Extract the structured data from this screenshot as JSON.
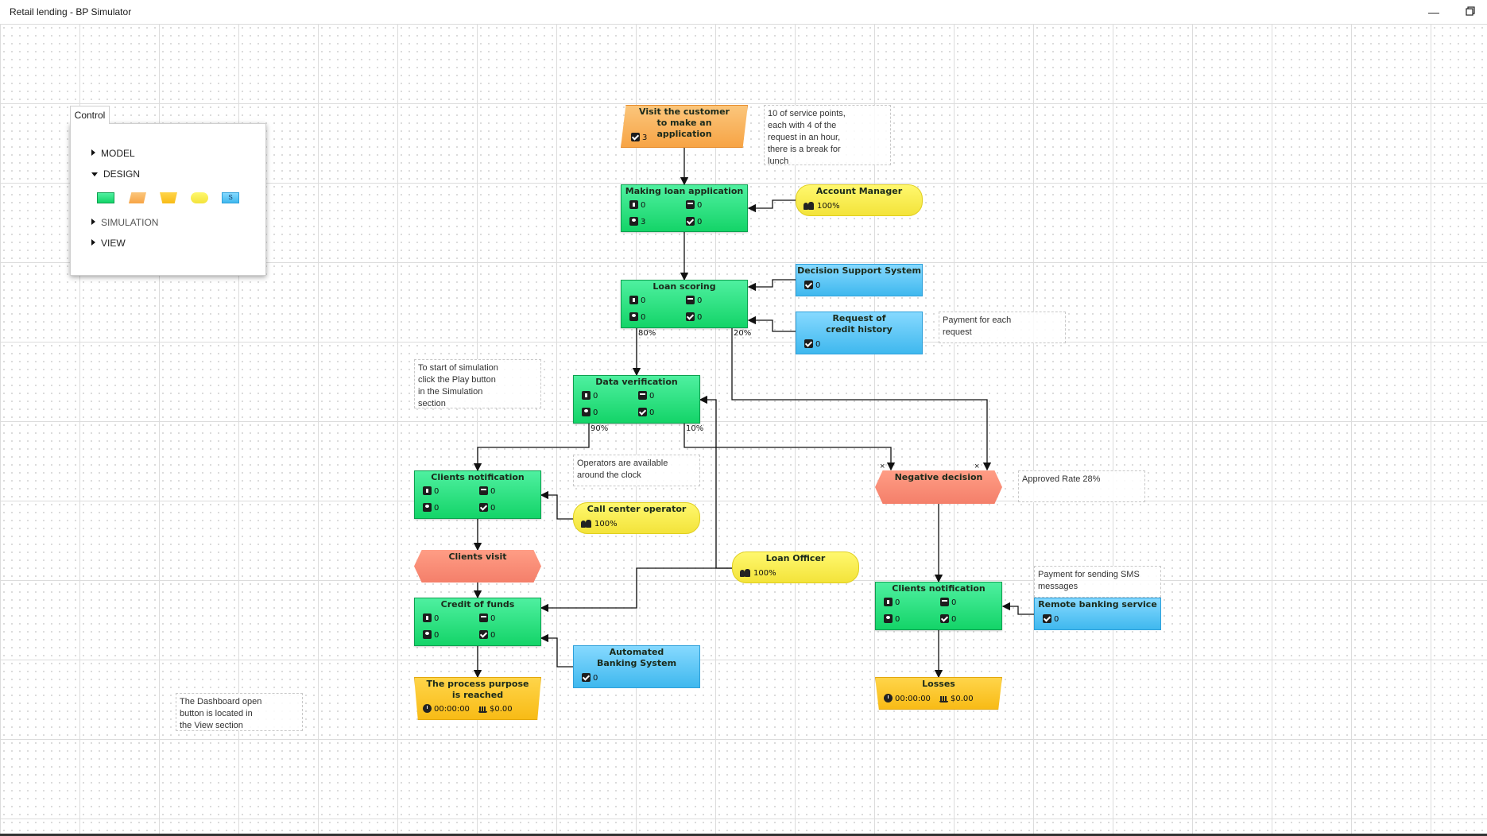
{
  "window": {
    "title": "Retail lending - BP Simulator",
    "minimize_icon": "minimize-icon",
    "restore_icon": "restore-icon"
  },
  "control_panel": {
    "tab_label": "Control",
    "sections": [
      {
        "label": "MODEL",
        "state": "collapsed"
      },
      {
        "label": "DESIGN",
        "state": "expanded"
      },
      {
        "label": "SIMULATION",
        "state": "collapsed"
      },
      {
        "label": "VIEW",
        "state": "collapsed"
      }
    ],
    "design_palette": [
      {
        "name": "activity-shape",
        "color": "#2fe27f"
      },
      {
        "name": "event-shape",
        "color": "#f8ab55"
      },
      {
        "name": "end-event-shape",
        "color": "#f8c222"
      },
      {
        "name": "resource-shape",
        "color": "#f7ea47"
      },
      {
        "name": "system-shape",
        "color": "#4fbef1",
        "glyph": "S"
      }
    ]
  },
  "colors": {
    "activity": "#2fe27f",
    "resource": "#f7ea47",
    "system": "#4fbef1",
    "start_event": "#f8ab55",
    "end_event": "#f8c222",
    "decision": "#f7866f"
  },
  "nodes": {
    "visit_customer": {
      "label": "Visit the customer to make an application",
      "count": "3"
    },
    "making_loan": {
      "label": "Making loan application",
      "s1": "0",
      "s2": "0",
      "s3": "3",
      "s4": "0"
    },
    "loan_scoring": {
      "label": "Loan scoring",
      "s1": "0",
      "s2": "0",
      "s3": "0",
      "s4": "0"
    },
    "data_verification": {
      "label": "Data verification",
      "s1": "0",
      "s2": "0",
      "s3": "0",
      "s4": "0"
    },
    "clients_notification_left": {
      "label": "Clients notification",
      "s1": "0",
      "s2": "0",
      "s3": "0",
      "s4": "0"
    },
    "clients_visit": {
      "label": "Clients visit"
    },
    "credit_of_funds": {
      "label": "Credit of funds",
      "s1": "0",
      "s2": "0",
      "s3": "0",
      "s4": "0"
    },
    "process_reached": {
      "label": "The process purpose is reached",
      "time": "00:00:00",
      "cost": "$0.00"
    },
    "negative_decision": {
      "label": "Negative decision"
    },
    "clients_notification_right": {
      "label": "Clients notification",
      "s1": "0",
      "s2": "0",
      "s3": "0",
      "s4": "0"
    },
    "losses": {
      "label": "Losses",
      "time": "00:00:00",
      "cost": "$0.00"
    }
  },
  "resources": {
    "account_manager": {
      "label": "Account Manager",
      "value": "100%"
    },
    "call_center": {
      "label": "Call center operator",
      "value": "100%"
    },
    "loan_officer": {
      "label": "Loan Officer",
      "value": "100%"
    }
  },
  "systems": {
    "dss": {
      "label": "Decision Support System",
      "value": "0"
    },
    "credit_history": {
      "label": "Request of credit history",
      "value": "0"
    },
    "automated_banking": {
      "label": "Automated Banking System",
      "value": "0"
    },
    "remote_banking": {
      "label": "Remote banking service",
      "value": "0"
    }
  },
  "notes": {
    "service_points": "10 of service points,\neach with 4 of the\nrequest in an hour,\nthere is a break for\nlunch",
    "payment_request": "Payment for each\nrequest",
    "start_simulation": "To start of simulation\nclick the Play button\nin the Simulation\nsection",
    "operators": "Operators are available\naround the clock",
    "approved_rate": "Approved Rate 28%",
    "payment_sms": "Payment for sending SMS\nmessages",
    "dashboard": "The Dashboard open\nbutton is located in\nthe View section"
  },
  "branch_labels": {
    "scoring_80": "80%",
    "scoring_20": "20%",
    "verif_90": "90%",
    "verif_10": "10%"
  }
}
